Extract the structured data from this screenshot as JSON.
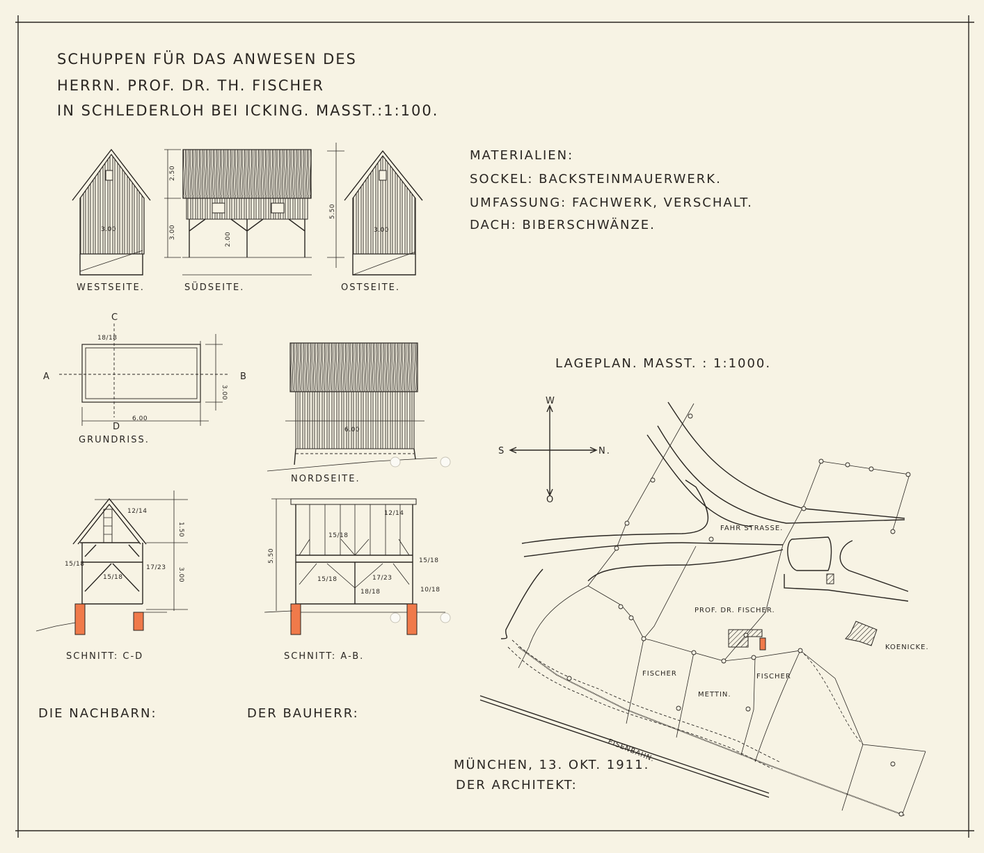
{
  "title": {
    "line1": "SCHUPPEN FÜR DAS ANWESEN DES",
    "line2": "HERRN. PROF. DR. TH. FISCHER",
    "line3": "IN SCHLEDERLOH BEI ICKING. MASST.:1:100."
  },
  "materials": {
    "heading": "MATERIALIEN:",
    "sockel": "SOCKEL: BACKSTEINMAUERWERK.",
    "umfassung": "UMFASSUNG: FACHWERK, VERSCHALT.",
    "dach": "DACH: BIBERSCHWÄNZE."
  },
  "elevations": {
    "west": {
      "label": "WESTSEITE.",
      "dim": "3.00"
    },
    "sued": {
      "label": "SÜDSEITE.",
      "dims": [
        "2.50",
        "3.00",
        "2.00"
      ]
    },
    "ost": {
      "label": "OSTSEITE.",
      "dim": "3.00",
      "height": "5.50"
    },
    "nord": {
      "label": "NORDSEITE.",
      "dim": "6.00"
    }
  },
  "grundriss": {
    "label": "GRUNDRISS.",
    "width": "6.00",
    "depth": "3.00",
    "post": "18/18",
    "marks": {
      "a": "A",
      "b": "B",
      "c": "C",
      "d": "D"
    }
  },
  "schnitt_cd": {
    "label": "SCHNITT: C-D",
    "dims": [
      "1.50",
      "3.00"
    ],
    "notes": [
      "12/14",
      "15/18",
      "17/23",
      "15/18"
    ]
  },
  "schnitt_ab": {
    "label": "SCHNITT: A-B.",
    "dim": "5.50",
    "notes": [
      "12/14",
      "15/18",
      "15/18",
      "15/18",
      "17/23",
      "18/18",
      "10/18"
    ]
  },
  "signatures": {
    "nachbarn": "DIE NACHBARN:",
    "bauherr": "DER BAUHERR:",
    "place_date": "MÜNCHEN, 13. OKT. 1911.",
    "architekt": "DER ARCHITEKT:"
  },
  "lageplan": {
    "title": "LAGEPLAN. MASST. : 1:1000.",
    "compass": {
      "w": "W",
      "o": "O",
      "s": "S",
      "n": "N."
    },
    "labels": {
      "road": "FAHR STRASSE.",
      "owner": "PROF. DR. FISCHER.",
      "koenicke": "KOENICKE.",
      "fischer1": "FISCHER",
      "mettin": "METTIN.",
      "fischer2": "FISCHER",
      "rail": "EISENBAHN."
    }
  },
  "colors": {
    "paper": "#f7f3e4",
    "ink": "#2a2622",
    "brick": "#f07a4a"
  }
}
